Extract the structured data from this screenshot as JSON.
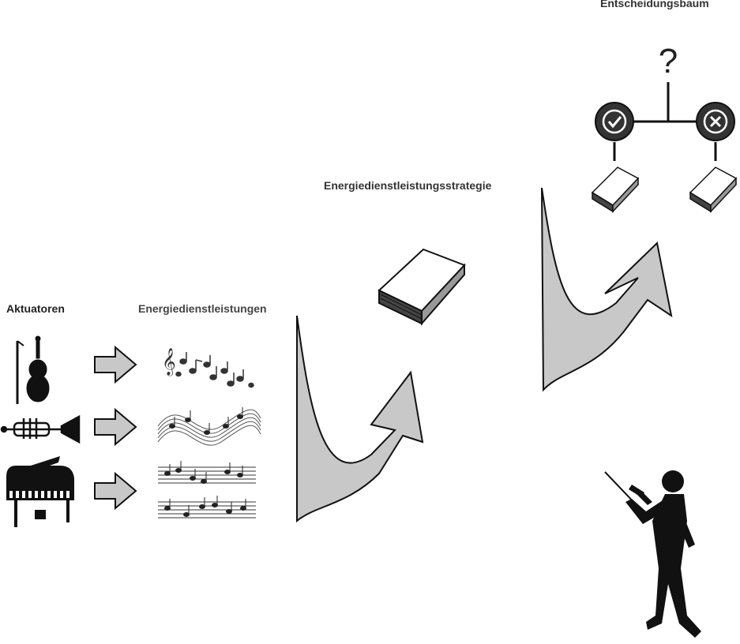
{
  "labels": {
    "actuators": "Aktuatoren",
    "services": "Energiedienstleistungen",
    "strategy": "Energiedienstleistungsstrategie",
    "decision_tree": "Entscheidungsbaum"
  },
  "decision_tree": {
    "question_mark": "?"
  },
  "icons": [
    "violin-icon",
    "trumpet-icon",
    "piano-icon",
    "music-notes-icon",
    "music-staff-icon",
    "sheet-music-icon",
    "book-icon",
    "check-icon",
    "cross-icon",
    "conductor-icon"
  ],
  "colors": {
    "arrow_fill": "#c8c8c8",
    "stroke": "#1a1a1a",
    "text_services": "#444444"
  }
}
